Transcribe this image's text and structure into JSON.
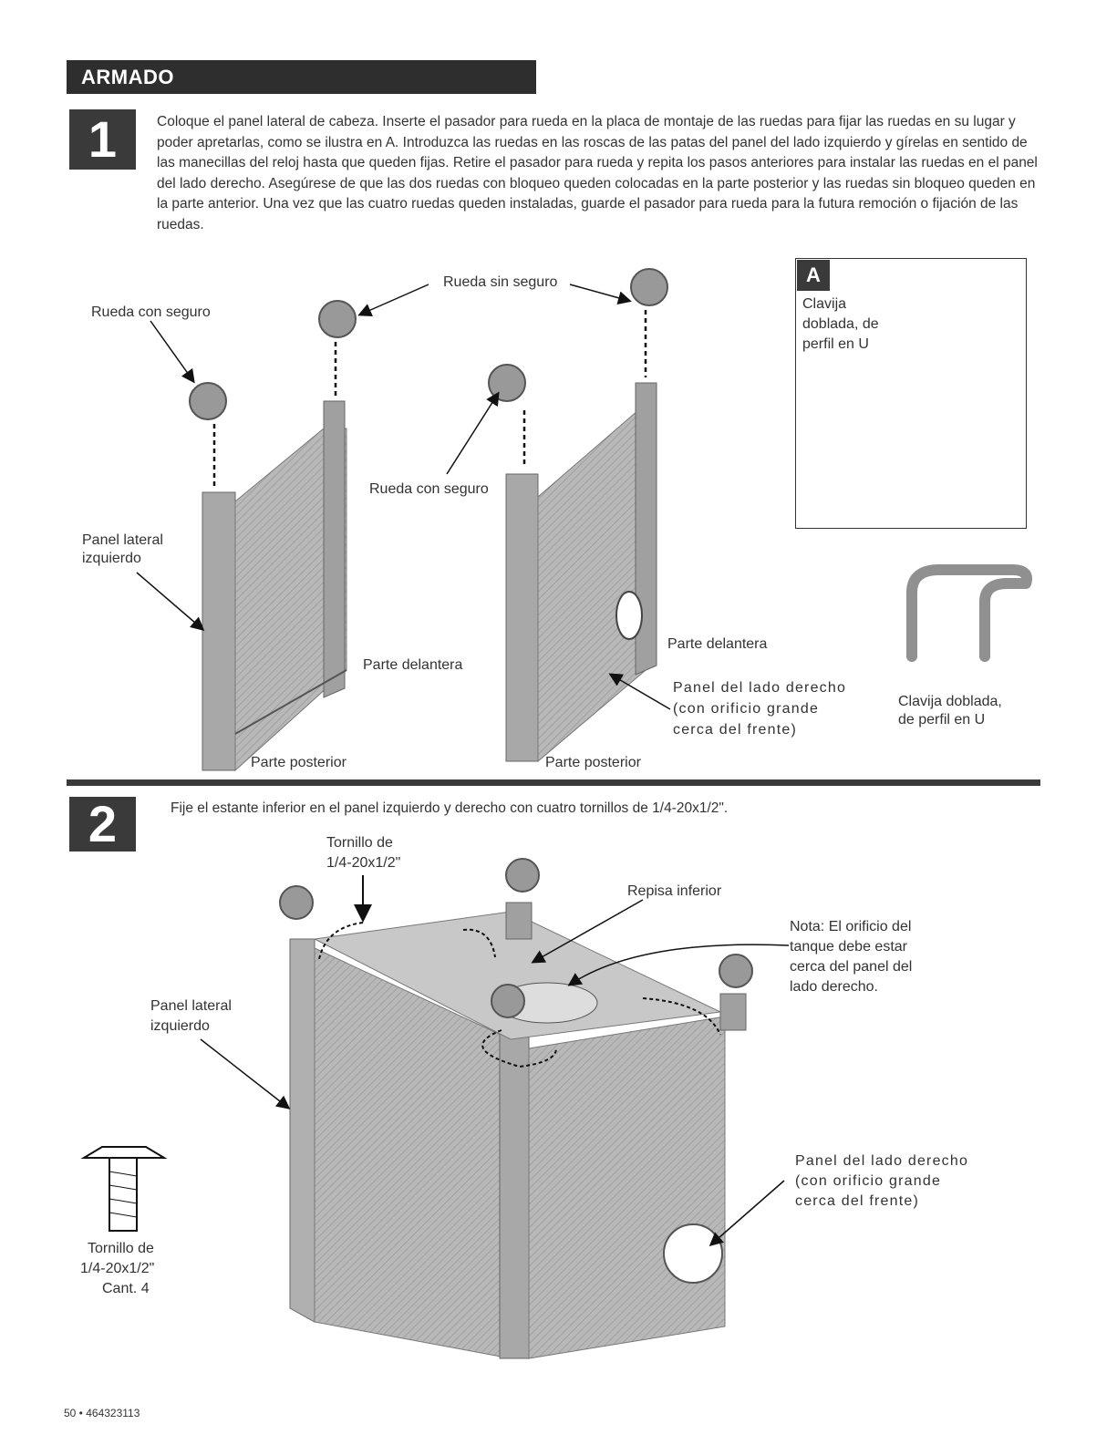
{
  "header": {
    "title": "ARMADO"
  },
  "step1": {
    "number": "1",
    "text": "Coloque el panel lateral de cabeza. Inserte el pasador para rueda en la placa de montaje de las ruedas para fijar las ruedas en su lugar y poder apretarlas, como se ilustra en A. Introduzca las ruedas en las roscas de las patas del panel del lado izquierdo y gírelas en sentido de las manecillas del reloj hasta que queden fijas. Retire el pasador para rueda y repita los pasos anteriores para instalar las ruedas en el panel del lado derecho. Asegúrese de que las dos ruedas con bloqueo queden colocadas en la parte posterior y las ruedas sin bloqueo queden en la parte anterior. Una vez que las cuatro ruedas queden instaladas, guarde el pasador para rueda para la futura remoción o fijación de las ruedas.",
    "labels": {
      "rueda_con_seguro_1": "Rueda con seguro",
      "rueda_sin_seguro": "Rueda sin seguro",
      "rueda_con_seguro_2": "Rueda con seguro",
      "panel_lateral_izq_1": "Panel lateral",
      "panel_lateral_izq_2": "izquierdo",
      "parte_delantera_1": "Parte delantera",
      "parte_delantera_2": "Parte delantera",
      "parte_posterior_1": "Parte posterior",
      "parte_posterior_2": "Parte posterior",
      "panel_derecho_1": "Panel del lado derecho",
      "panel_derecho_2": "(con orificio grande",
      "panel_derecho_3": "cerca del frente)",
      "clavija_1": "Clavija doblada,",
      "clavija_2": "de perfil en U"
    },
    "inset": {
      "letter": "A",
      "line1": "Clavija",
      "line2": "doblada, de",
      "line3": "perfil en U"
    }
  },
  "step2": {
    "number": "2",
    "text": "Fije el estante inferior en el panel izquierdo y derecho con cuatro tornillos de 1/4-20x1/2\".",
    "labels": {
      "tornillo_1": "Tornillo de",
      "tornillo_2": "1/4-20x1/2\"",
      "repisa": "Repisa inferior",
      "nota_1": "Nota: El orificio del",
      "nota_2": "tanque debe estar",
      "nota_3": "cerca del panel del",
      "nota_4": "lado derecho.",
      "panel_izq_1": "Panel lateral",
      "panel_izq_2": "izquierdo",
      "panel_der_1": "Panel del lado derecho",
      "panel_der_2": "(con orificio grande",
      "panel_der_3": "cerca del frente)",
      "screw_1": "Tornillo de",
      "screw_2": "1/4-20x1/2\"",
      "screw_3": "Cant. 4"
    }
  },
  "footer": {
    "page": "50 • 464323113"
  },
  "colors": {
    "header_bg": "#2e2e2e",
    "panel_fill": "#b5b5b5",
    "panel_dark": "#8a8a8a"
  }
}
